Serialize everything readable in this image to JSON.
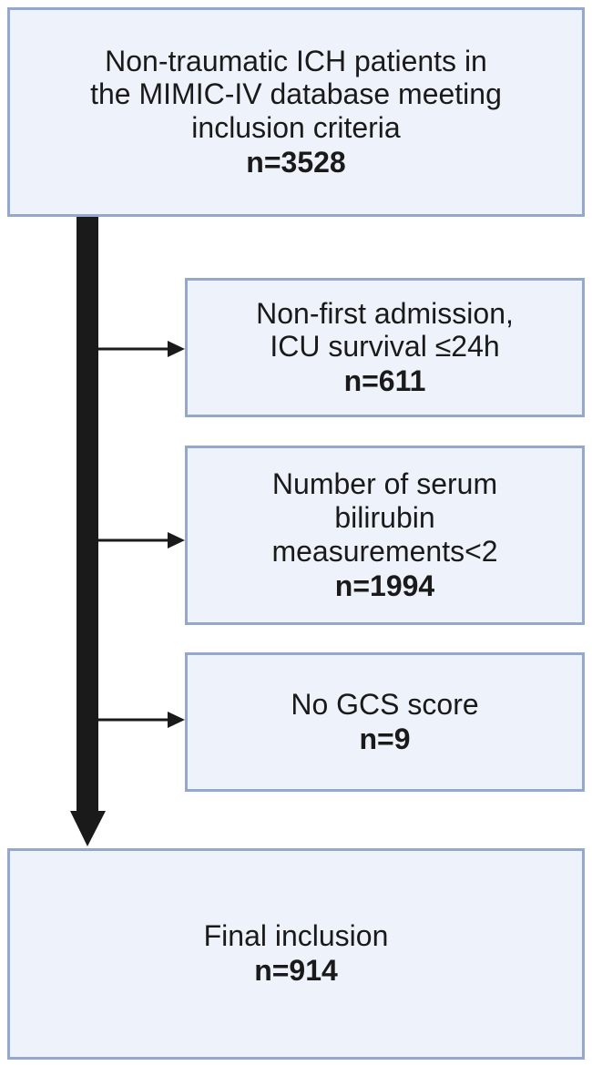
{
  "boxes": {
    "top": {
      "label": "Non-traumatic ICH patients in\nthe MIMIC-IV database meeting\ninclusion criteria",
      "count": "n=3528"
    },
    "ex1": {
      "label": "Non-first admission,\nICU survival ≤24h",
      "count": "n=611"
    },
    "ex2": {
      "label": "Number of serum\nbilirubin\nmeasurements<2",
      "count": "n=1994"
    },
    "ex3": {
      "label": "No GCS score",
      "count": "n=9"
    },
    "final": {
      "label": "Final inclusion",
      "count": "n=914"
    }
  },
  "colors": {
    "box_fill": "#eef3fb",
    "box_border": "#93a8cc",
    "arrow": "#1a1a1a"
  }
}
